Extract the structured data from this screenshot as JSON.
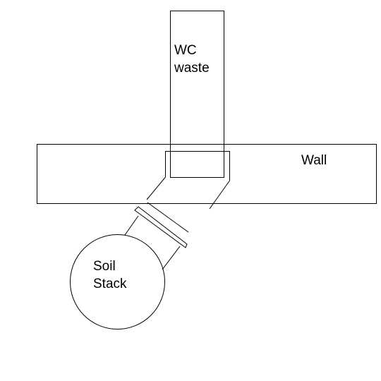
{
  "labels": {
    "wc_waste_line1": "WC",
    "wc_waste_line2": "waste",
    "wall": "Wall",
    "soil_stack_line1": "Soil",
    "soil_stack_line2": "Stack"
  },
  "colors": {
    "background": "#ffffff",
    "stroke": "#000000"
  }
}
